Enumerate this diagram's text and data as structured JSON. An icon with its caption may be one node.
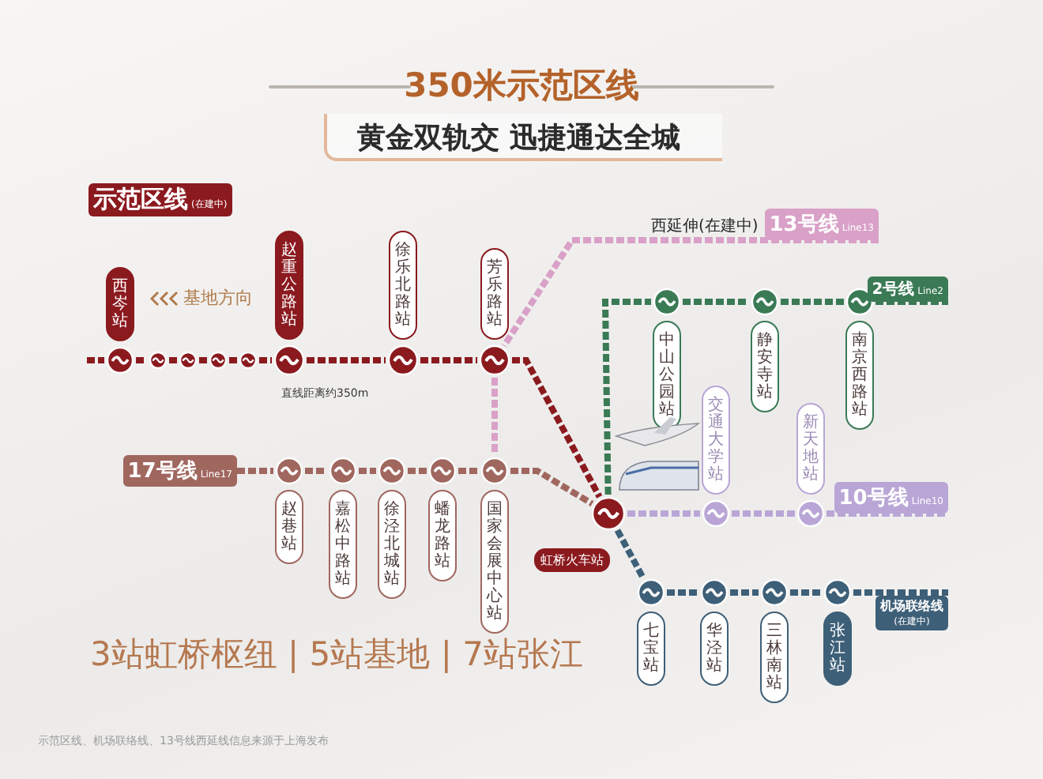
{
  "diagram": {
    "title": "350米示范区线",
    "nodes": [
      {
        "text": [
          "西岑站"
        ]
      },
      {
        "text": [],
        "shape": "circle"
      },
      {
        "text": [],
        "shape": "circle"
      },
      {
        "text": [],
        "shape": "circle"
      },
      {
        "text": [],
        "shape": "circle"
      },
      {
        "text": [
          "赵重公路站"
        ]
      },
      {
        "text": [
          "徐乐北路站"
        ]
      },
      {
        "text": [
          "芳乐路站"
        ]
      },
      {
        "text": [
          "中山公园站"
        ]
      },
      {
        "text": [
          "静安寺站"
        ]
      },
      {
        "text": [
          "南京西路站"
        ]
      },
      {
        "text": [
          "交通大学站"
        ]
      },
      {
        "text": [
          "新天地站"
        ]
      },
      {
        "text": [
          "赵巷站"
        ]
      },
      {
        "text": [
          "嘉松中路站"
        ]
      },
      {
        "text": [
          "徐泾北城站"
        ]
      },
      {
        "text": [
          "蟠龙路站"
        ]
      },
      {
        "text": [
          "国家会展中心站"
        ]
      },
      {
        "text": [
          "虹桥火车站"
        ]
      },
      {
        "text": [
          "七宝站"
        ]
      },
      {
        "text": [
          "华泾站"
        ]
      },
      {
        "text": [
          "三林南站"
        ]
      },
      {
        "text": [
          "张江站"
        ]
      },
      {
        "text": [
          "13号线",
          "Line13"
        ]
      },
      {
        "text": [
          "2号线",
          "Line2"
        ]
      },
      {
        "text": [
          "17号线",
          "Line17"
        ]
      },
      {
        "text": [
          "10号线",
          "Line10"
        ]
      },
      {
        "text": [
          "机场联络线",
          "(在建中)"
        ]
      }
    ],
    "edges": [
      {
        "from": null,
        "to": 0,
        "arrow": "none"
      },
      {
        "from": 0,
        "to": 1,
        "arrow": "none"
      },
      {
        "from": 1,
        "to": 2,
        "arrow": "none"
      },
      {
        "from": 2,
        "to": 3,
        "arrow": "none"
      },
      {
        "from": 3,
        "to": 4,
        "arrow": "none"
      },
      {
        "from": 4,
        "to": 5,
        "arrow": "none"
      },
      {
        "from": 5,
        "to": 6,
        "arrow": "none"
      },
      {
        "from": 6,
        "to": 7,
        "arrow": "none"
      },
      {
        "from": 7,
        "to": 18,
        "arrow": "none"
      },
      {
        "from": 23,
        "to": 7,
        "arrow": "none",
        "color": "#d9a0c8"
      },
      {
        "from": 7,
        "to": 17,
        "arrow": "none",
        "color": "#d9a0c8"
      },
      {
        "from": 25,
        "to": 13,
        "arrow": "none",
        "color": "#a0675f"
      },
      {
        "from": 13,
        "to": 14,
        "arrow": "none",
        "color": "#a0675f"
      },
      {
        "from": 14,
        "to": 15,
        "arrow": "none",
        "color": "#a0675f"
      },
      {
        "from": 15,
        "to": 16,
        "arrow": "none",
        "color": "#a0675f"
      },
      {
        "from": 16,
        "to": 17,
        "arrow": "none",
        "color": "#a0675f"
      },
      {
        "from": 17,
        "to": 18,
        "arrow": "none",
        "color": "#a0675f"
      },
      {
        "from": 18,
        "to": 8,
        "arrow": "none",
        "color": "#3a7a55"
      },
      {
        "from": 8,
        "to": 9,
        "arrow": "none",
        "color": "#3a7a55"
      },
      {
        "from": 9,
        "to": 10,
        "arrow": "none",
        "color": "#3a7a55"
      },
      {
        "from": 10,
        "to": 24,
        "arrow": "none",
        "color": "#3a7a55"
      },
      {
        "from": 18,
        "to": 11,
        "arrow": "none",
        "color": "#b9a6d6"
      },
      {
        "from": 11,
        "to": 12,
        "arrow": "none",
        "color": "#b9a6d6"
      },
      {
        "from": 12,
        "to": 26,
        "arrow": "none",
        "color": "#b9a6d6"
      },
      {
        "from": 18,
        "to": 19,
        "arrow": "none",
        "color": "#3e5f78"
      },
      {
        "from": 19,
        "to": 20,
        "arrow": "none",
        "color": "#3e5f78"
      },
      {
        "from": 20,
        "to": 21,
        "arrow": "none",
        "color": "#3e5f78"
      },
      {
        "from": 21,
        "to": 22,
        "arrow": "none",
        "color": "#3e5f78"
      },
      {
        "from": 22,
        "to": 27,
        "arrow": "none",
        "color": "#3e5f78"
      }
    ],
    "labels": [
      "黄金双轨交 迅捷通达全城",
      "示范区线",
      "(在建中)",
      "基地方向",
      "直线距离约350m",
      "西延伸(在建中)",
      "3站虹桥枢纽 | 5站基地 | 7站张江",
      "示范区线、机场联络线、13号线西延线信息来源于上海发布"
    ]
  }
}
